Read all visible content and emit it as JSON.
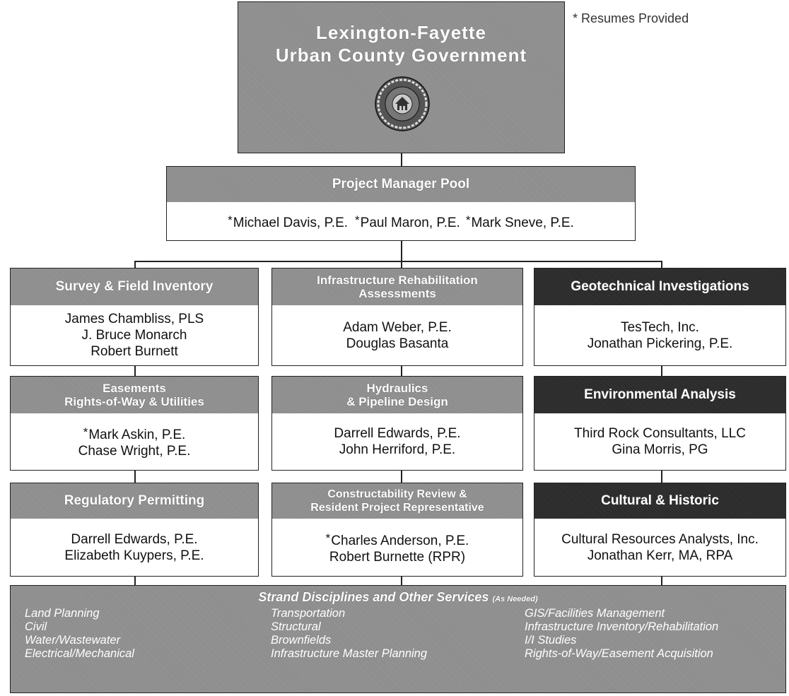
{
  "note": "* Resumes Provided",
  "top": {
    "line1": "Lexington-Fayette",
    "line2": "Urban County Government"
  },
  "pm_pool": {
    "title": "Project Manager Pool",
    "members": [
      "Michael Davis, P.E.",
      "Paul Maron, P.E.",
      "Mark Sneve, P.E."
    ]
  },
  "columns": [
    {
      "boxes": [
        {
          "title": [
            "Survey & Field Inventory"
          ],
          "people": [
            {
              "name": "James Chambliss, PLS",
              "star": ""
            },
            {
              "name": "J. Bruce Monarch",
              "star": ""
            },
            {
              "name": "Robert Burnett",
              "star": ""
            }
          ]
        },
        {
          "title": [
            "Easements",
            "Rights-of-Way & Utilities"
          ],
          "people": [
            {
              "name": "Mark Askin, P.E.",
              "star": "*"
            },
            {
              "name": "Chase Wright, P.E.",
              "star": ""
            }
          ]
        },
        {
          "title": [
            "Regulatory Permitting"
          ],
          "people": [
            {
              "name": "Darrell Edwards, P.E.",
              "star": ""
            },
            {
              "name": "Elizabeth Kuypers, P.E.",
              "star": ""
            }
          ]
        }
      ]
    },
    {
      "boxes": [
        {
          "title": [
            "Infrastructure Rehabilitation",
            "Assessments"
          ],
          "people": [
            {
              "name": "Adam Weber, P.E.",
              "star": ""
            },
            {
              "name": "Douglas Basanta",
              "star": ""
            }
          ]
        },
        {
          "title": [
            "Hydraulics",
            "& Pipeline Design"
          ],
          "people": [
            {
              "name": "Darrell Edwards, P.E.",
              "star": ""
            },
            {
              "name": "John Herriford, P.E.",
              "star": ""
            }
          ]
        },
        {
          "title": [
            "Constructability Review &",
            "Resident Project Representative"
          ],
          "people": [
            {
              "name": "Charles Anderson, P.E.",
              "star": "*"
            },
            {
              "name": "Robert Burnette (RPR)",
              "star": ""
            }
          ]
        }
      ]
    },
    {
      "boxes": [
        {
          "title": [
            "Geotechnical Investigations"
          ],
          "people": [
            {
              "name": "TesTech, Inc.",
              "star": ""
            },
            {
              "name": "Jonathan Pickering, P.E.",
              "star": ""
            }
          ]
        },
        {
          "title": [
            "Environmental Analysis"
          ],
          "people": [
            {
              "name": "Third Rock Consultants, LLC",
              "star": ""
            },
            {
              "name": "Gina Morris, PG",
              "star": ""
            }
          ]
        },
        {
          "title": [
            "Cultural & Historic"
          ],
          "people": [
            {
              "name": "Cultural Resources Analysts, Inc.",
              "star": ""
            },
            {
              "name": "Jonathan Kerr, MA, RPA",
              "star": ""
            }
          ]
        }
      ]
    }
  ],
  "services": {
    "title": "Strand Disciplines and Other Services",
    "qualifier": "(As Needed)",
    "col1": [
      "Land Planning",
      "Civil",
      "Water/Wastewater",
      "Electrical/Mechanical"
    ],
    "col2": [
      "Transportation",
      "Structural",
      "Brownfields",
      "Infrastructure Master Planning"
    ],
    "col3": [
      "GIS/Facilities Management",
      "Infrastructure Inventory/Rehabilitation",
      "I/I Studies",
      "Rights-of-Way/Easement Acquisition"
    ]
  },
  "colors": {
    "header_gray": "#8c8c8c",
    "header_dark": "#2a2a2a",
    "line": "#222222"
  }
}
